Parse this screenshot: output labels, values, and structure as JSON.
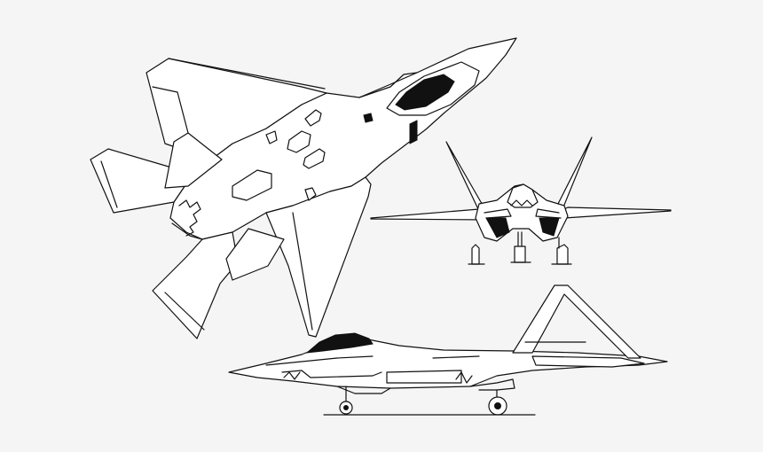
{
  "figure": {
    "background": "#f5f5f5",
    "line_color": "#111111",
    "fill_color": "#ffffff",
    "views": [
      {
        "id": "plan",
        "label": ""
      },
      {
        "id": "front",
        "label": ""
      },
      {
        "id": "side",
        "label": ""
      }
    ]
  }
}
